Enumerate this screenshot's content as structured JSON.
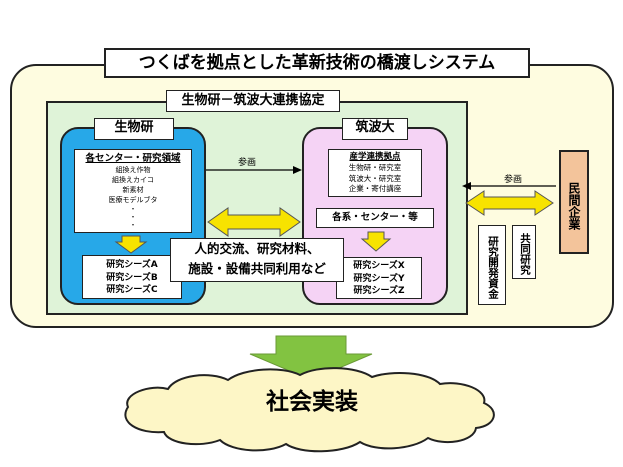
{
  "title": "つくばを拠点とした革新技術の橋渡しシステム",
  "agreement": "生物研－筑波大連携協定",
  "niasbs": {
    "name": "生物研",
    "center_header": "各センター・研究領域",
    "center_items": [
      "組換え作物",
      "組換えカイコ",
      "新素材",
      "医療モデルブタ",
      "・",
      "・",
      "・"
    ],
    "seeds": [
      "研究シーズA",
      "研究シーズB",
      "研究シーズC"
    ]
  },
  "tsukuba": {
    "name": "筑波大",
    "hub_header": "産学連携拠点",
    "hub_items": [
      "生物研・研究室",
      "筑波大・研究室",
      "企業・寄付講座"
    ],
    "faculty": "各系・センター・等",
    "seeds": [
      "研究シーズX",
      "研究シーズY",
      "研究シーズZ"
    ]
  },
  "participation_left": "参画",
  "participation_right": "参画",
  "exchange": [
    "人的交流、研究材料、",
    "施設・設備共同利用など"
  ],
  "private_company": "民間企業",
  "research_funding": "研究開発資金",
  "joint_research": "共同研究",
  "social_implementation": "社会実装",
  "colors": {
    "outer_fill": "#fefce0",
    "agreement_fill": "#dff3d8",
    "niasbs_fill": "#27a8e8",
    "tsukuba_fill": "#f5d3f5",
    "company_fill": "#f3c49b",
    "arrow_yellow": "#f7e300",
    "arrow_green": "#82c341",
    "cloud_fill": "#fdf6c6"
  }
}
